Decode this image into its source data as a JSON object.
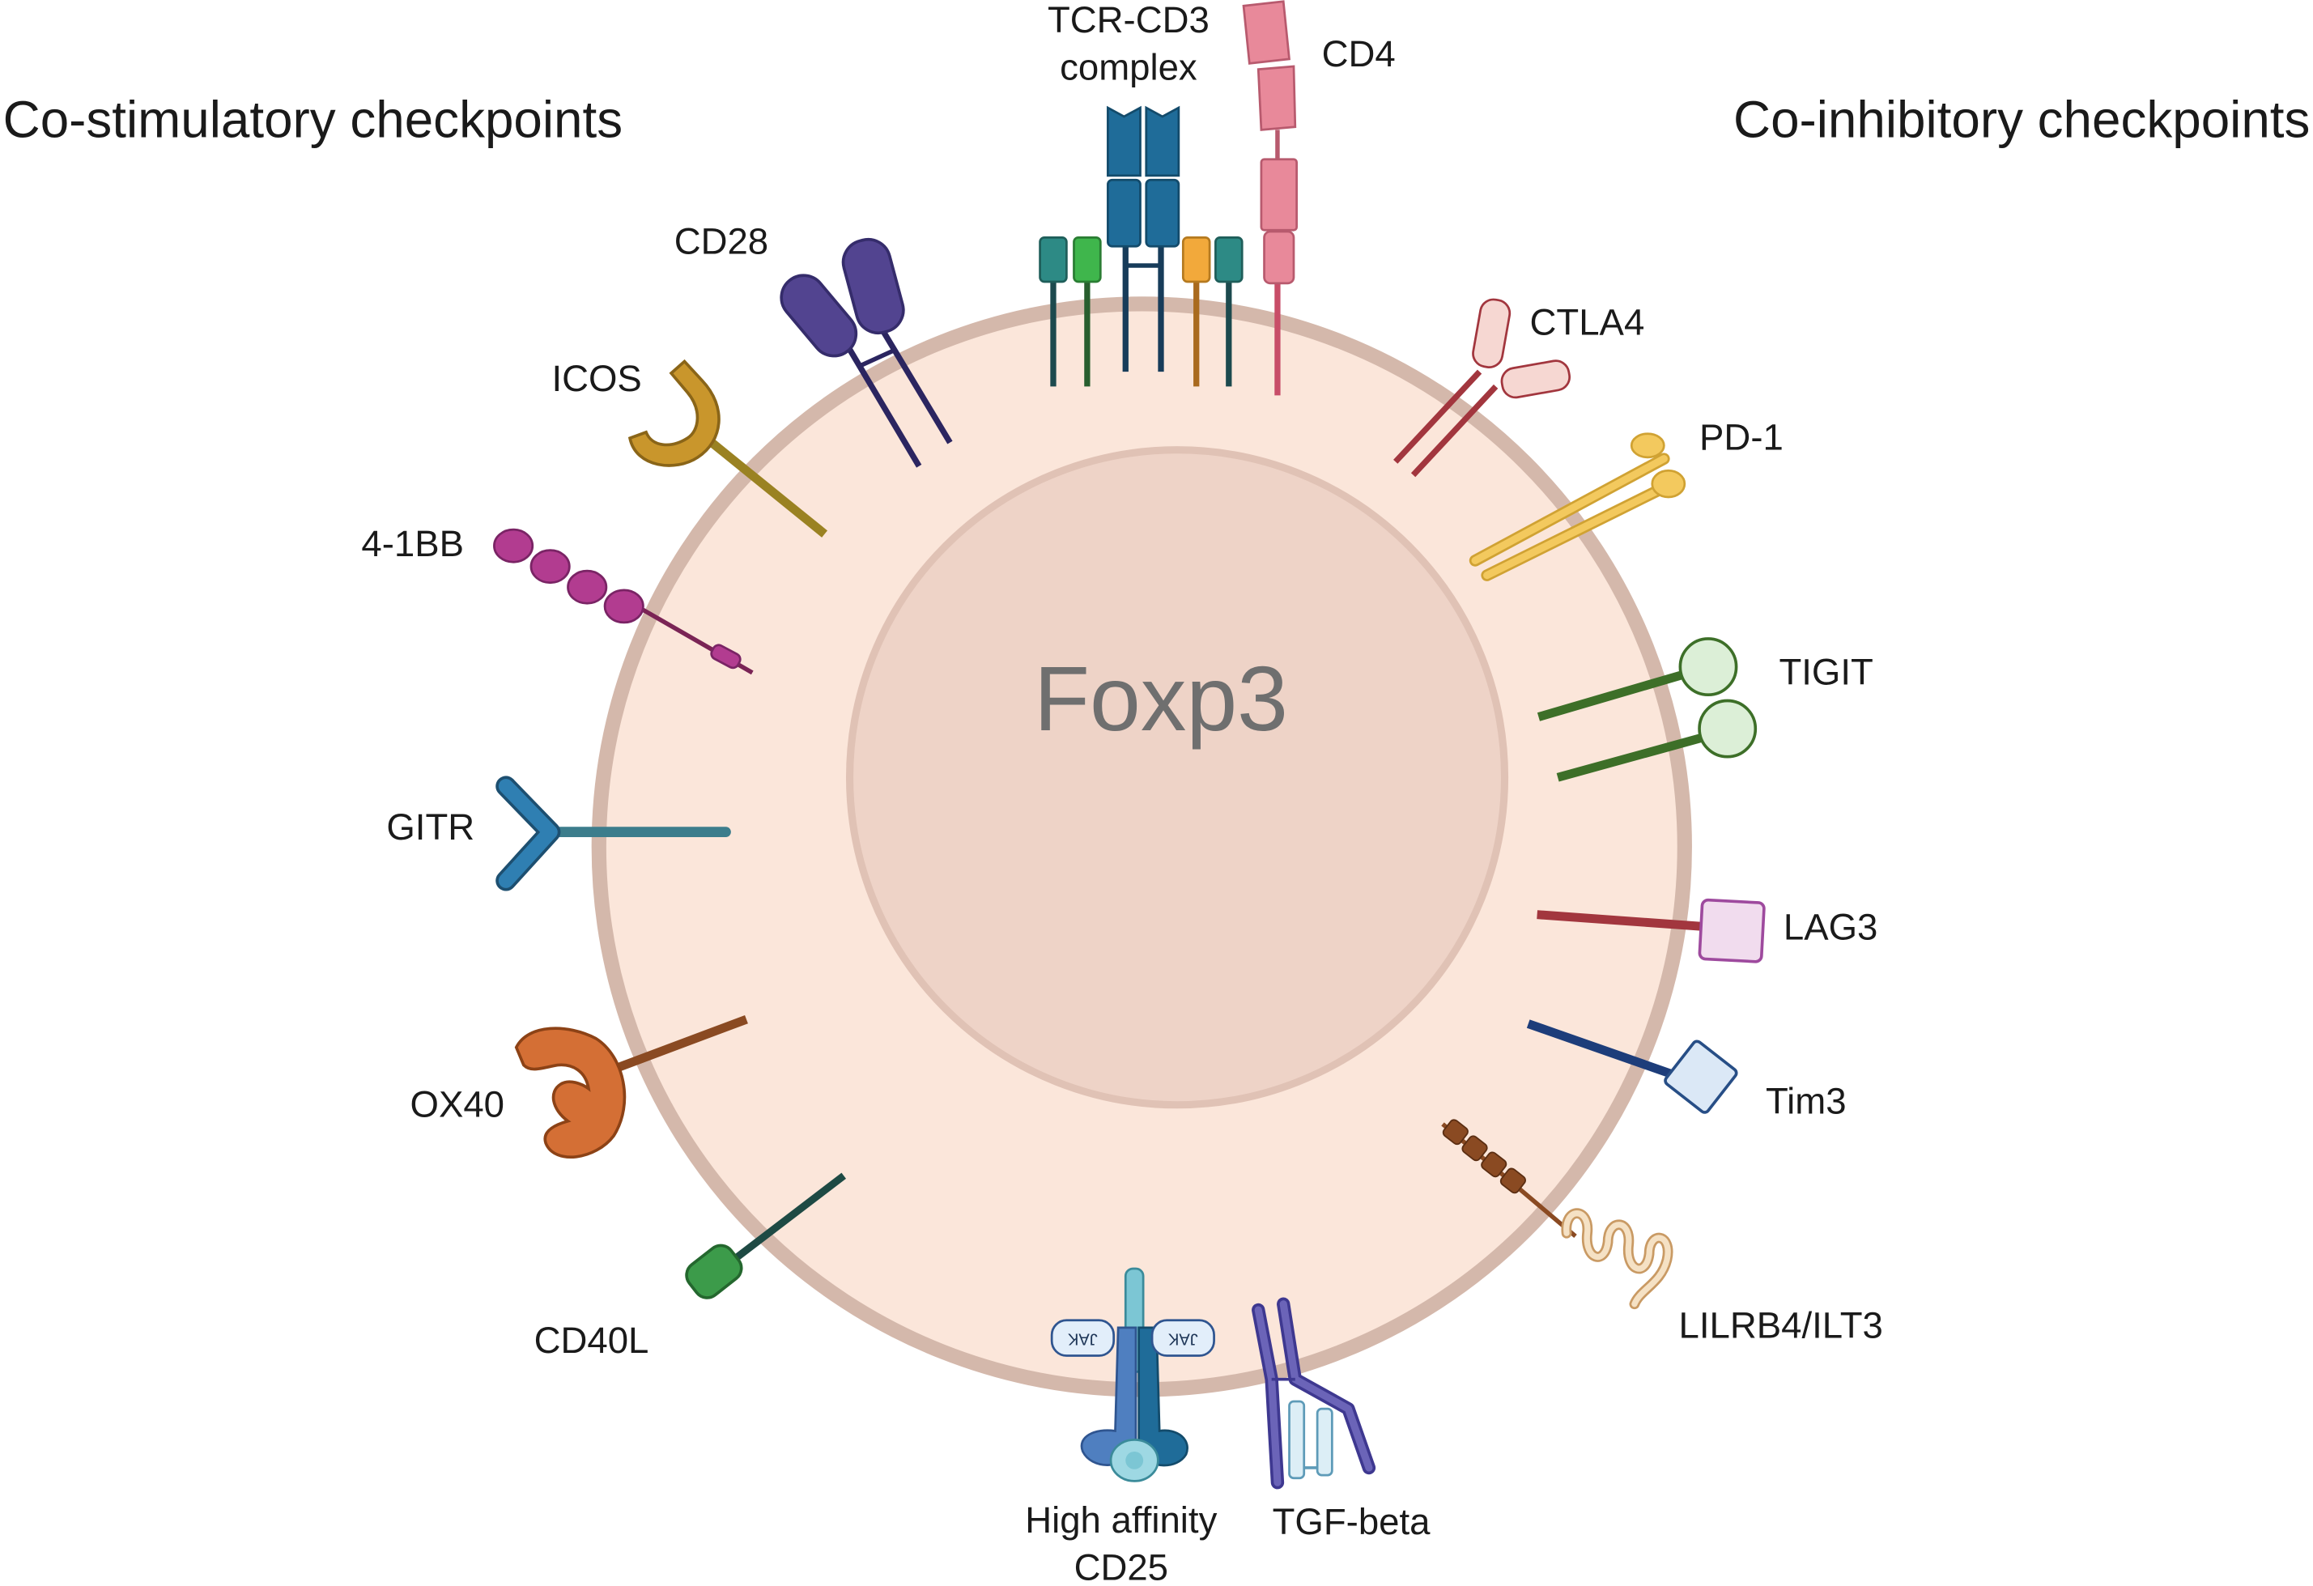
{
  "headers": {
    "costimulatory": "Co-stimulatory checkpoints",
    "coinhibitory": "Co-inhibitory checkpoints"
  },
  "nucleus": {
    "label": "Foxp3"
  },
  "labels": {
    "tcr_line1": "TCR-CD3",
    "tcr_line2": "complex",
    "cd4": "CD4",
    "cd28": "CD28",
    "icos": "ICOS",
    "b41bb": "4-1BB",
    "gitr": "GITR",
    "ox40": "OX40",
    "cd40l": "CD40L",
    "ctla4": "CTLA4",
    "pd1": "PD-1",
    "tigit": "TIGIT",
    "lag3": "LAG3",
    "tim3": "Tim3",
    "lilrb4": "LILRB4/ILT3",
    "cd25_line1": "High affinity",
    "cd25_line2": "CD25",
    "tgfb": "TGF-beta",
    "jak_left": "JAK",
    "jak_right": "JAK"
  },
  "colors": {
    "cytoplasm": "#fbe6da",
    "membrane": "#d4b8ab",
    "nucleus": "#eed3c7",
    "nucleus_border": "#e0c2b5",
    "cd28": "#524490",
    "icos": "#c9962c",
    "b41bb": "#b23c90",
    "gitr": "#2f7fb2",
    "ox40": "#d46f35",
    "cd40l": "#3c9b4a",
    "tcr": "#1f6c99",
    "cd4": "#e8899a",
    "ctla4": "#a2363e",
    "pd1": "#f3c95e",
    "tigit": "#3d6f28",
    "lag3": "#9e4a9e",
    "tim3": "#274e86",
    "lilrb4": "#8a4a22",
    "cd25": "#4f7fc0",
    "tgfb": "#6b64b8"
  }
}
